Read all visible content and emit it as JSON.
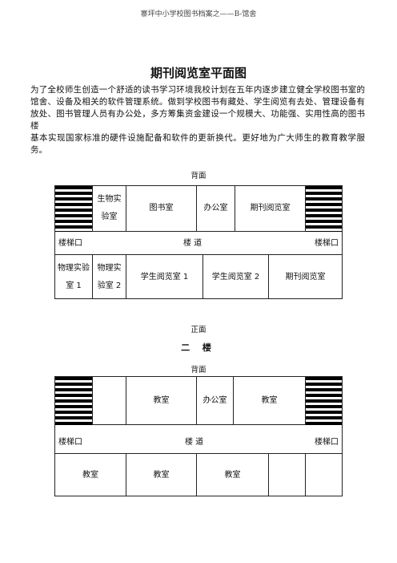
{
  "header": "寨坪中小学校图书档案之——B-馆舍",
  "title": "期刊阅览室平面图",
  "intro": [
    "为了全校师生创造一个舒适的读书学习环境我校计划在五年内逐步建立健全学校图书室的馆舍、设备及相关的软件管理系统。做到学校图书有藏处、学生阅览有去处、管理设备有放处、图书管理人员有办公处，多方筹集资金建设一个规模大、功能强、实用性高的图书楼",
    "基本实现国家标准的硬件设施配备和软件的更新换代。更好地为广大师生的教育教学服务。"
  ],
  "plan1": {
    "back_label": "背面",
    "front_label": "正面",
    "top_rooms": [
      "生物实验室",
      "图书室",
      "办公室",
      "期刊阅览室"
    ],
    "corridor": {
      "left": "楼梯口",
      "center": "楼    道",
      "right": "楼梯口"
    },
    "bottom_rooms": [
      "物理实验室 1",
      "物理实验室 2",
      "学生阅览室 1",
      "学生阅览室 2",
      "期刊阅览室"
    ]
  },
  "floor2_title": "二  楼",
  "plan2": {
    "back_label": "背面",
    "top_rooms": [
      "",
      "教室",
      "办公室",
      "教室"
    ],
    "corridor": {
      "left": "楼梯口",
      "center": "楼    道",
      "right": "楼梯口"
    },
    "bottom_rooms": [
      "教室",
      "教室",
      "教室",
      "",
      ""
    ]
  }
}
